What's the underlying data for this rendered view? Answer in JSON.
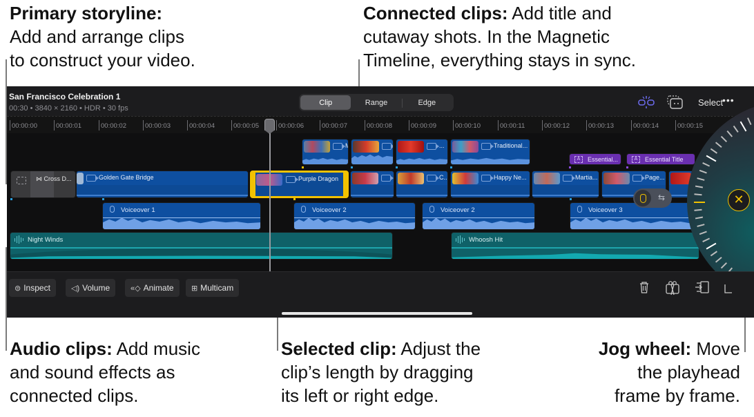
{
  "callouts": {
    "primary_storyline": {
      "title": "Primary storyline:",
      "body_line1": "Add and arrange clips",
      "body_line2": "to construct your video."
    },
    "connected_clips": {
      "title": "Connected clips:",
      "body_line1a": " Add title and",
      "body_line2": "cutaway shots. In the Magnetic",
      "body_line3": "Timeline, everything stays in sync."
    },
    "audio_clips": {
      "title": "Audio clips:",
      "body_line1a": " Add music",
      "body_line2": "and sound effects as",
      "body_line3": "connected clips."
    },
    "selected_clip": {
      "title": "Selected clip:",
      "body_line1a": " Adjust the",
      "body_line2": "clip’s length by dragging",
      "body_line3": "its left or right edge."
    },
    "jog_wheel": {
      "title": "Jog wheel:",
      "body_line1a": " Move",
      "body_line2": "the playhead",
      "body_line3": "frame by frame."
    }
  },
  "project": {
    "title": "San Francisco Celebration 1",
    "meta": "00:30 • 3840 × 2160 • HDR • 30 fps"
  },
  "edit_mode": {
    "options": [
      "Clip",
      "Range",
      "Edge"
    ],
    "selected": "Clip"
  },
  "header_actions": {
    "snapping_icon": "snapping-icon",
    "clip_connect_icon": "clip-connect-icon",
    "select_label": "Select",
    "more_label": "•••"
  },
  "ruler": {
    "labels": [
      "00:00:00",
      "00:00:01",
      "00:00:02",
      "00:00:03",
      "00:00:04",
      "00:00:05",
      "00:00:06",
      "00:00:07",
      "00:00:08",
      "00:00:09",
      "00:00:10",
      "00:00:11",
      "00:00:12",
      "00:00:13",
      "00:00:14",
      "00:00:15"
    ]
  },
  "playhead_time": "00:00:05",
  "connected_video_clips": [
    {
      "label": "M"
    },
    {
      "label": ""
    },
    {
      "label": "..."
    },
    {
      "label": "Traditional..."
    }
  ],
  "title_clips": [
    {
      "label": "Essential..."
    },
    {
      "label": "Essential Title"
    }
  ],
  "primary_clips": [
    {
      "label": "Cross D...",
      "type": "transition"
    },
    {
      "label": "Golden Gate Bridge"
    },
    {
      "label": "Purple Dragon",
      "selected": true
    },
    {
      "label": ""
    },
    {
      "label": "C..."
    },
    {
      "label": "Happy Ne..."
    },
    {
      "label": "Martia..."
    },
    {
      "label": "Page..."
    }
  ],
  "voiceover_clips": [
    {
      "label": "Voiceover 1"
    },
    {
      "label": "Voiceover 2"
    },
    {
      "label": "Voiceover 2"
    },
    {
      "label": "Voiceover 3"
    }
  ],
  "music_clips": [
    {
      "label": "Night Winds"
    },
    {
      "label": "Whoosh Hit"
    }
  ],
  "toolbar": {
    "inspect": "Inspect",
    "volume": "Volume",
    "animate": "Animate",
    "multicam": "Multicam",
    "right_icons": [
      "trash-icon",
      "split-icon",
      "detach-icon",
      "more-actions-icon"
    ]
  },
  "jog_wheel": {
    "close_label": "✕"
  },
  "colors": {
    "accent_yellow": "#f2c200",
    "video_clip_blue": "#0d4a95",
    "title_clip_purple": "#6a2fb0",
    "music_clip_teal": "#0f6168",
    "snapping_active": "#6d6cf0"
  }
}
